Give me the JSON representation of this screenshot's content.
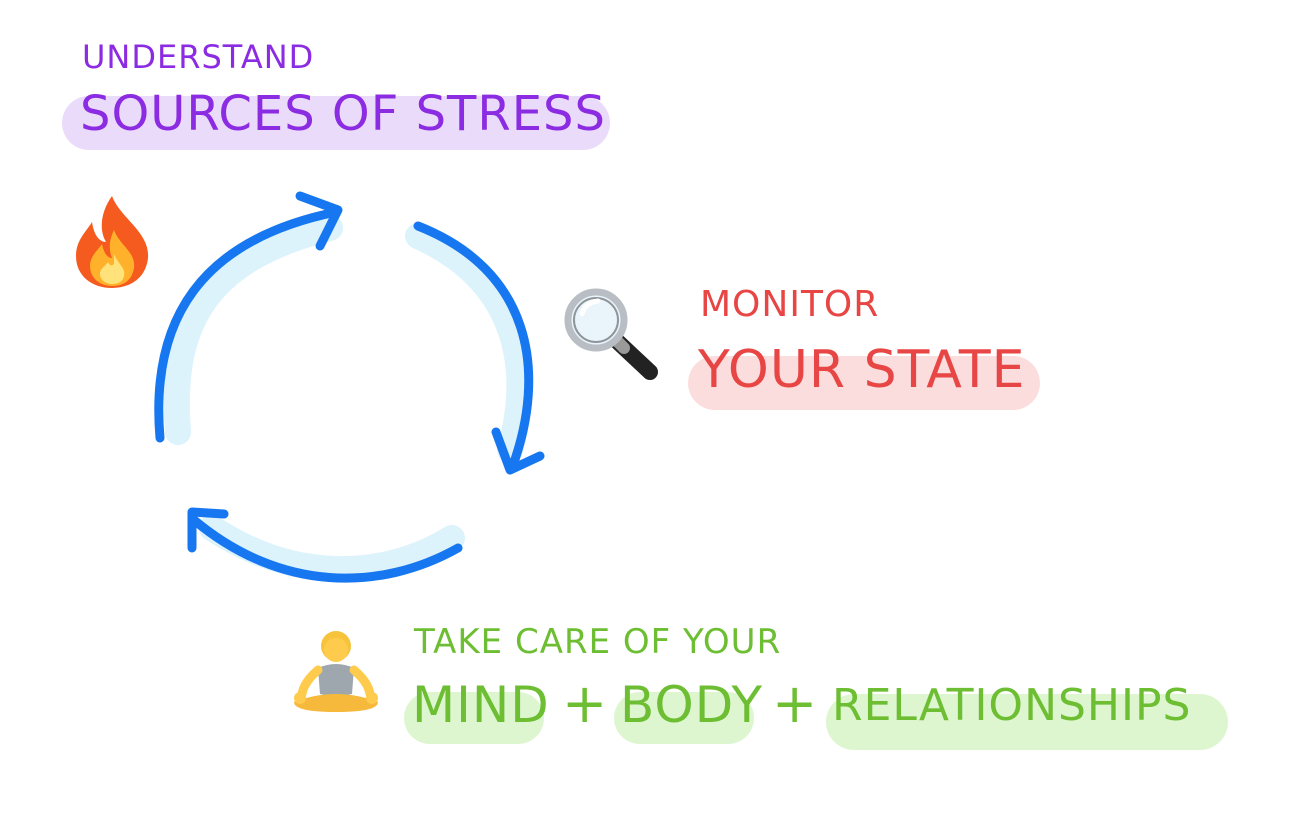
{
  "sections": {
    "understand": {
      "eyebrow": "UNDERSTAND",
      "headline": "SOURCES OF STRESS",
      "icon": "fire-icon",
      "color": "#8B2BE2",
      "highlight": "#EBDBFA"
    },
    "monitor": {
      "eyebrow": "MONITOR",
      "headline": "YOUR STATE",
      "icon": "magnifying-glass-icon",
      "color": "#E84545",
      "highlight": "#FCDDDD"
    },
    "care": {
      "eyebrow": "TAKE CARE OF YOUR",
      "headline_parts": [
        "MIND",
        "+",
        "BODY",
        "+",
        "RELATIONSHIPS"
      ],
      "icon": "meditation-icon",
      "color": "#6DBE32",
      "highlight": "#DDF6D0"
    }
  },
  "cycle": {
    "arrow_color": "#1677F0",
    "glow_color": "#DCF3FC",
    "arrow_count": 3
  }
}
